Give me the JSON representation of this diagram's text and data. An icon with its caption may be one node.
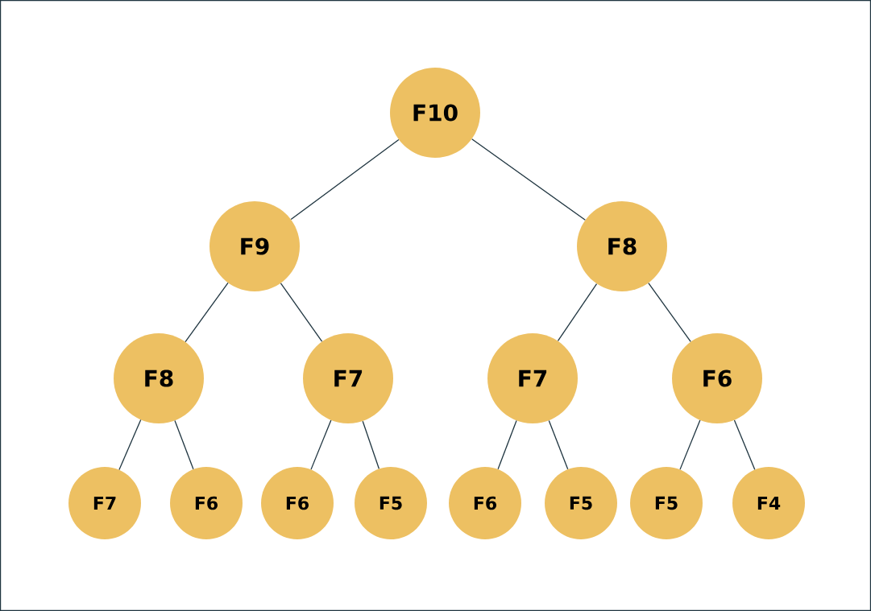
{
  "diagram": {
    "nodes": [
      {
        "text": [
          "F10"
        ]
      },
      {
        "text": [
          "F9"
        ]
      },
      {
        "text": [
          "F8"
        ]
      },
      {
        "text": [
          "F8"
        ]
      },
      {
        "text": [
          "F7"
        ]
      },
      {
        "text": [
          "F7"
        ]
      },
      {
        "text": [
          "F6"
        ]
      },
      {
        "text": [
          "F7"
        ]
      },
      {
        "text": [
          "F6"
        ]
      },
      {
        "text": [
          "F6"
        ]
      },
      {
        "text": [
          "F5"
        ]
      },
      {
        "text": [
          "F6"
        ]
      },
      {
        "text": [
          "F5"
        ]
      },
      {
        "text": [
          "F5"
        ]
      },
      {
        "text": [
          "F4"
        ]
      }
    ],
    "edges": [
      {
        "from": 0,
        "to": 1,
        "arrow": "none"
      },
      {
        "from": 0,
        "to": 2,
        "arrow": "none"
      },
      {
        "from": 1,
        "to": 3,
        "arrow": "none"
      },
      {
        "from": 1,
        "to": 4,
        "arrow": "none"
      },
      {
        "from": 2,
        "to": 5,
        "arrow": "none"
      },
      {
        "from": 2,
        "to": 6,
        "arrow": "none"
      },
      {
        "from": 3,
        "to": 7,
        "arrow": "none"
      },
      {
        "from": 3,
        "to": 8,
        "arrow": "none"
      },
      {
        "from": 4,
        "to": 9,
        "arrow": "none"
      },
      {
        "from": 4,
        "to": 10,
        "arrow": "none"
      },
      {
        "from": 5,
        "to": 11,
        "arrow": "none"
      },
      {
        "from": 5,
        "to": 12,
        "arrow": "none"
      },
      {
        "from": 6,
        "to": 13,
        "arrow": "none"
      },
      {
        "from": 6,
        "to": 14,
        "arrow": "none"
      }
    ]
  }
}
